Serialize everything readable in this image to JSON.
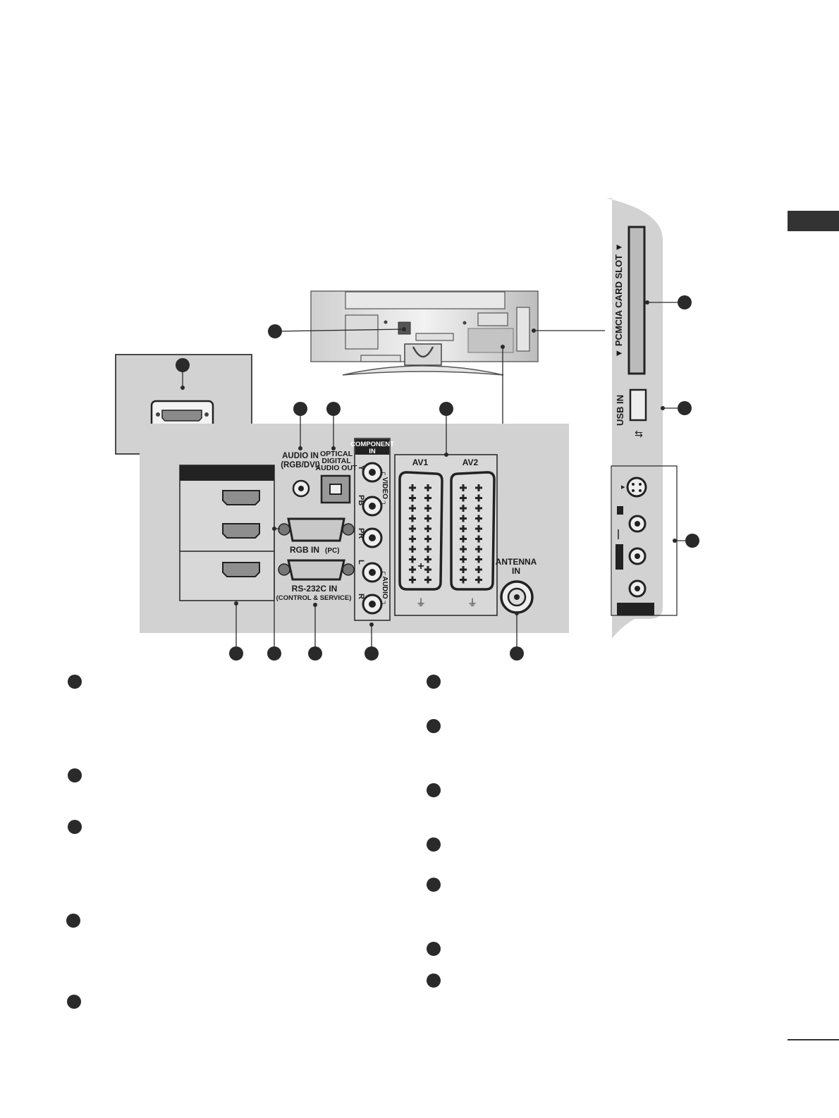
{
  "labels": {
    "audio_in": "AUDIO IN",
    "audio_in_sub": "(RGB/DVI)",
    "optical_1": "OPTICAL",
    "optical_2": "DIGITAL",
    "optical_3": "AUDIO OUT",
    "component_1": "COMPONENT",
    "component_2": "IN",
    "comp_y": "Y",
    "comp_pb": "PB",
    "comp_pr": "PR",
    "comp_l": "L",
    "comp_r": "R",
    "comp_video": "┌ VIDEO ┐",
    "comp_audio": "┌ AUDIO ┐",
    "av1": "AV1",
    "av2": "AV2",
    "antenna_1": "ANTENNA",
    "antenna_2": "IN",
    "rgb_in": "RGB IN",
    "rgb_in_pc": "(PC)",
    "rs232_1": "RS-232C IN",
    "rs232_2": "(CONTROL & SERVICE)",
    "pcmcia": "▼ PCMCIA CARD SLOT ▼",
    "usb_in": "USB IN"
  },
  "icons": {
    "usb": "usb-icon",
    "svideo_arrow": "▸"
  },
  "colors": {
    "panel_gray": "#d2d2d2",
    "dark": "#2b2b2b",
    "callout": "#2a2a2a"
  }
}
